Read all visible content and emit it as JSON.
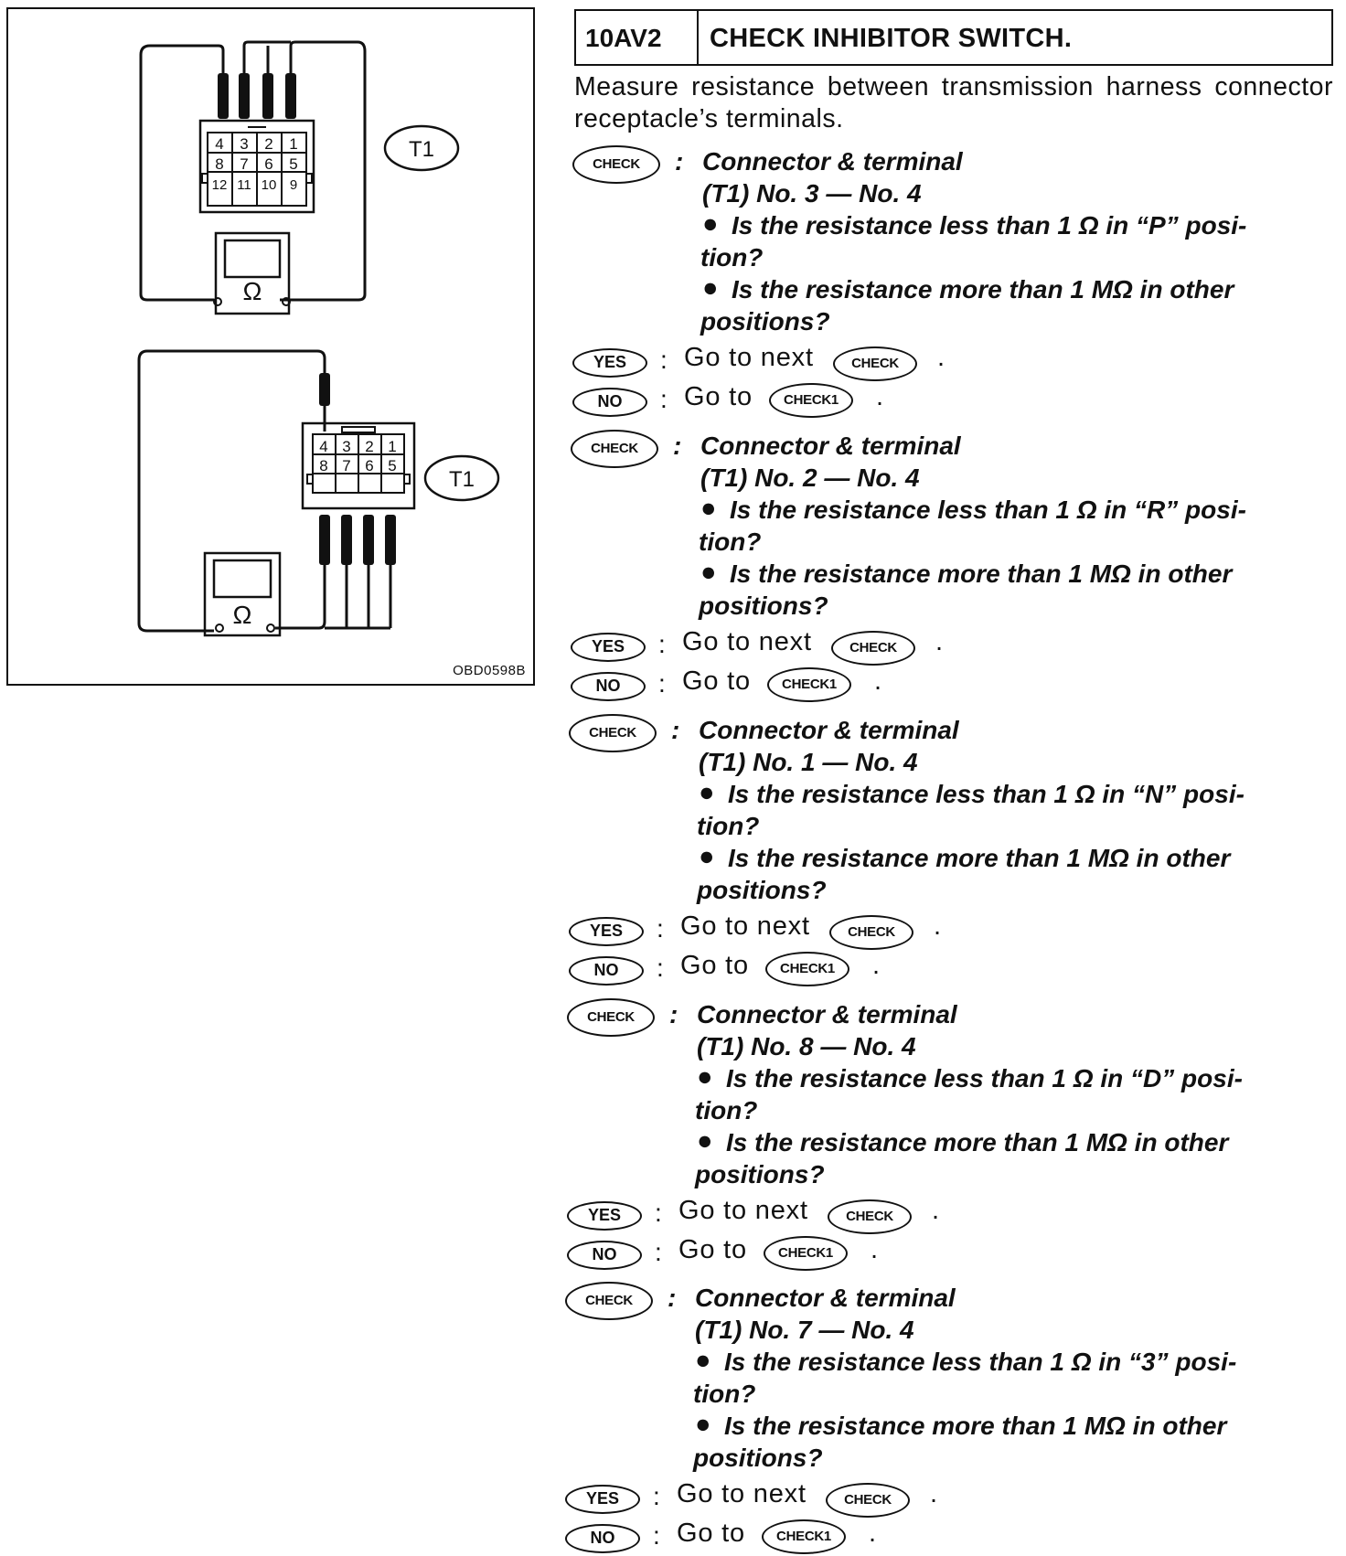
{
  "figure": {
    "connector_label": "T1",
    "meter_symbol": "Ω",
    "code": "OBD0598B",
    "top_pins": [
      [
        "4",
        "3",
        "2",
        "1"
      ],
      [
        "8",
        "7",
        "6",
        "5"
      ],
      [
        "12",
        "11",
        "10",
        "9"
      ]
    ],
    "bottom_pins": [
      [
        "4",
        "3",
        "2",
        "1"
      ],
      [
        "8",
        "7",
        "6",
        "5"
      ]
    ]
  },
  "header": {
    "code": "10AV2",
    "title": "CHECK INHIBITOR SWITCH."
  },
  "intro": "Measure resistance between transmission harness connector receptacle’s terminals.",
  "labels": {
    "check": "CHECK",
    "check1": "CHECK1",
    "yes": "YES",
    "no": "NO",
    "colon": ":",
    "go_next": "Go to next",
    "go_to": "Go to",
    "period": "."
  },
  "steps": [
    {
      "title": "Connector & terminal",
      "terminals": "(T1) No. 3 — No. 4",
      "q1a": "Is the resistance less than 1 Ω in “P” posi-",
      "q1b": "tion?",
      "q2a": "Is the resistance more than 1 MΩ in other",
      "q2b": "positions?"
    },
    {
      "title": "Connector & terminal",
      "terminals": "(T1) No. 2 — No. 4",
      "q1a": "Is the resistance less than 1 Ω in “R” posi-",
      "q1b": "tion?",
      "q2a": "Is the resistance more than 1 MΩ in other",
      "q2b": "positions?"
    },
    {
      "title": "Connector & terminal",
      "terminals": "(T1) No. 1 — No. 4",
      "q1a": "Is the resistance less than 1 Ω in “N” posi-",
      "q1b": "tion?",
      "q2a": "Is the resistance more than 1 MΩ in other",
      "q2b": "positions?"
    },
    {
      "title": "Connector & terminal",
      "terminals": "(T1) No. 8 — No. 4",
      "q1a": "Is the resistance less than 1 Ω in “D” posi-",
      "q1b": "tion?",
      "q2a": "Is the resistance more than 1 MΩ in other",
      "q2b": "positions?"
    },
    {
      "title": "Connector & terminal",
      "terminals": "(T1) No. 7 — No. 4",
      "q1a": "Is the resistance less than 1 Ω in “3” posi-",
      "q1b": "tion?",
      "q2a": "Is the resistance more than 1 MΩ in other",
      "q2b": "positions?"
    }
  ]
}
